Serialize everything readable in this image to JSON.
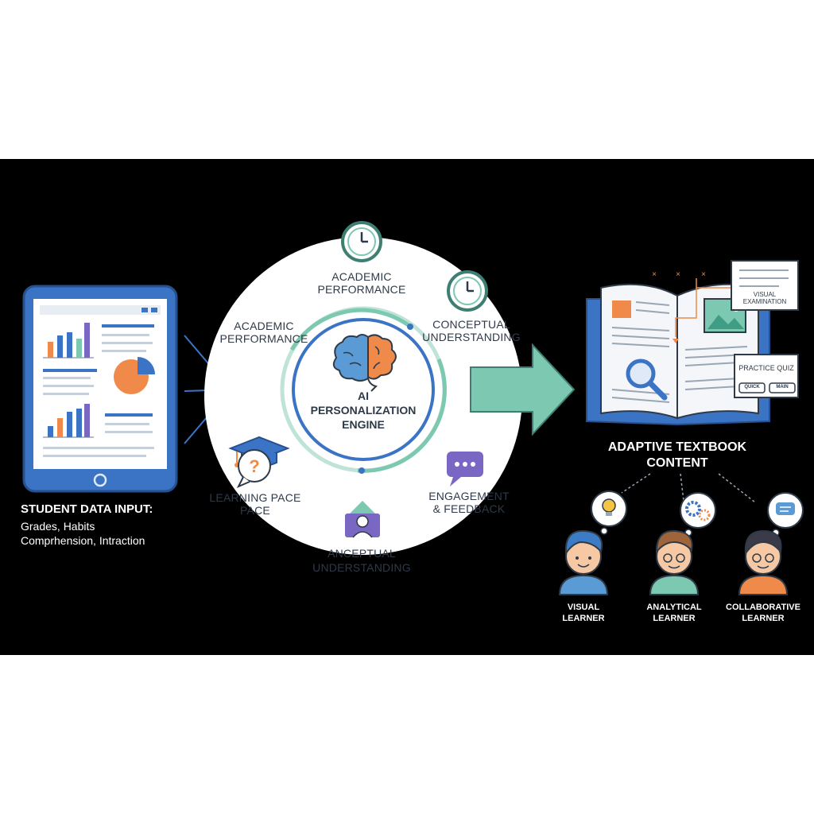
{
  "input": {
    "title": "STUDENT DATA INPUT:",
    "line1": "Grades, Habits",
    "line2": "Comprhension, Intraction"
  },
  "engine": {
    "title_line1": "AI",
    "title_line2": "PERSONALIZATION",
    "title_line3": "ENGINE"
  },
  "factors": {
    "top": [
      "ACADEMIC",
      "PERFORMANCE"
    ],
    "top_left": [
      "ACADEMIC",
      "PERFORMANCE"
    ],
    "top_right": [
      "CONCEPTUAL",
      "UNDERSTANDING"
    ],
    "left": [
      "LEARNING PACE",
      "PACE"
    ],
    "right": [
      "ENGAGEMENT",
      "& FEEDBACK"
    ],
    "bottom": [
      "ANCEPTUAL",
      "UNDERSTANDING"
    ]
  },
  "output": {
    "title_line1": "ADAPTIVE TEXTBOOK",
    "title_line2": "CONTENT",
    "card_visual": "VISUAL EXAMINATION",
    "card_quiz": "PRACTICE QUIZ",
    "quiz_btn1": "QUICK",
    "quiz_btn2": "MAIN",
    "top_marks": [
      "×",
      "×",
      "×"
    ]
  },
  "learners": [
    {
      "line1": "VISUAL",
      "line2": "LEARNER"
    },
    {
      "line1": "ANALYTICAL",
      "line2": "LEARNER"
    },
    {
      "line1": "COLLABORATIVE",
      "line2": "LEARNER"
    }
  ],
  "colors": {
    "panel": "#000000",
    "blue": "#3b74c4",
    "teal": "#7cc8b0",
    "orange": "#ef8a4a",
    "purple": "#7a67c4",
    "circle": "#ffffff"
  },
  "icons": [
    "tablet-icon",
    "bar-chart-icon",
    "pie-chart-icon",
    "graduation-cap-icon",
    "clock-icon",
    "brain-icon",
    "question-bubble-icon",
    "chat-bubble-icon",
    "person-board-icon",
    "arrow-right-icon",
    "book-icon",
    "magnifier-icon",
    "image-icon",
    "lightbulb-icon",
    "gears-icon",
    "speech-icon"
  ]
}
